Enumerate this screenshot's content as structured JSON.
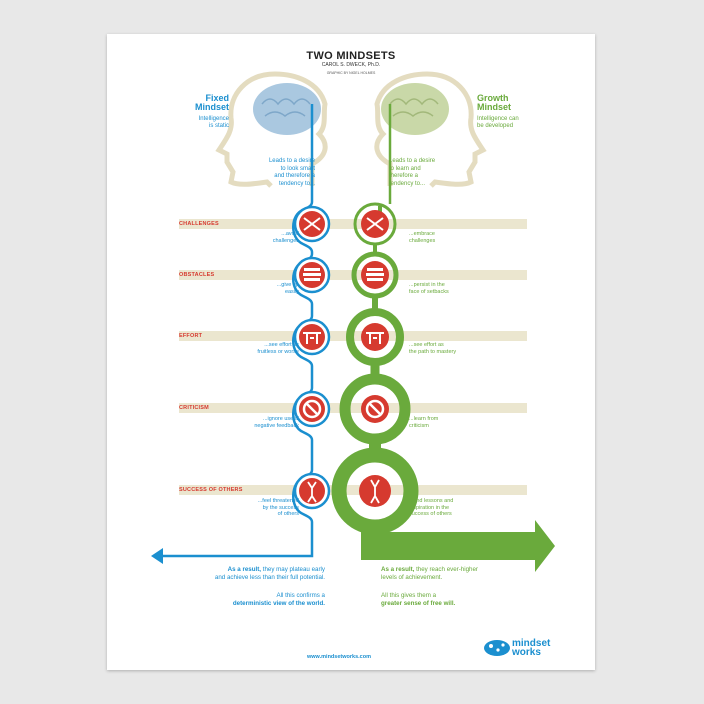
{
  "poster": {
    "title": "TWO MINDSETS",
    "author": "CAROL S. DWECK, Ph.D.",
    "credit": "GRAPHIC BY NIGEL HOLMES",
    "url": "www.mindsetworks.com",
    "logo_top": "mindset",
    "logo_bottom": "works"
  },
  "fixed": {
    "heading": [
      "Fixed",
      "Mindset"
    ],
    "sub": [
      "Intelligence",
      "is static"
    ],
    "leads": [
      "Leads to a desire",
      "to look smart",
      "and therefore a",
      "tendency to..."
    ],
    "result_prefix": "As a result,",
    "result": [
      " they may plateau early",
      "and achieve less than their full potential."
    ],
    "conclusion": [
      "All this confirms a",
      "deterministic view of the world."
    ],
    "color": "#1b8fcf"
  },
  "growth": {
    "heading": [
      "Growth",
      "Mindset"
    ],
    "sub": [
      "Intelligence can",
      "be developed"
    ],
    "leads": [
      "Leads to a desire",
      "to learn and",
      "therefore a",
      "tendency to..."
    ],
    "result_prefix": "As a result,",
    "result": [
      " they reach ever-higher",
      "levels of achievement."
    ],
    "conclusion": [
      "All this gives them a",
      "greater sense of free will."
    ],
    "color": "#6aaa3c"
  },
  "rows": [
    {
      "label": "CHALLENGES",
      "icon": "arrows-collide-icon",
      "fixed": [
        "...avoid",
        "challenges"
      ],
      "growth": [
        "...embrace",
        "challenges"
      ]
    },
    {
      "label": "OBSTACLES",
      "icon": "brick-wall-icon",
      "fixed": [
        "...give up",
        "easily"
      ],
      "growth": [
        "...persist in the",
        "face of setbacks"
      ]
    },
    {
      "label": "EFFORT",
      "icon": "weightlifter-icon",
      "fixed": [
        "...see effort as",
        "fruitless or worse"
      ],
      "growth": [
        "...see effort as",
        "the path to mastery"
      ]
    },
    {
      "label": "CRITICISM",
      "icon": "no-sign-icon",
      "fixed": [
        "...ignore useful",
        "negative feedback"
      ],
      "growth": [
        "...learn from",
        "criticism"
      ]
    },
    {
      "label": "SUCCESS OF OTHERS",
      "icon": "winner-figure-icon",
      "fixed": [
        "...feel threatened",
        "by the success",
        "of others"
      ],
      "growth": [
        "...find lessons and",
        "inspiration in the",
        "success of others"
      ]
    }
  ],
  "colors": {
    "accent_red": "#d63a2f",
    "band": "#ebe6cf",
    "brain": "#aac8e0",
    "brain_green": "#c9d8a8"
  }
}
